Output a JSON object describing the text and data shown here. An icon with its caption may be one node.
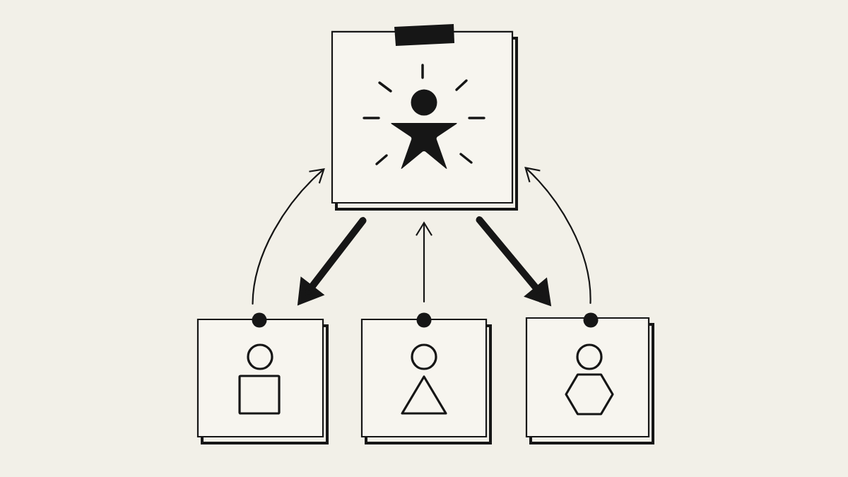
{
  "diagram": {
    "nodes": [
      {
        "text": [],
        "shape": "box"
      },
      {
        "text": [],
        "shape": "box"
      },
      {
        "text": [],
        "shape": "box"
      },
      {
        "text": [],
        "shape": "box"
      }
    ],
    "edges": [
      {
        "from": 0,
        "to": 1,
        "arrow": "to",
        "style": "thick"
      },
      {
        "from": 0,
        "to": 3,
        "arrow": "to",
        "style": "thick"
      },
      {
        "from": 2,
        "to": 0,
        "arrow": "to"
      },
      {
        "from": 1,
        "to": 0,
        "arrow": "to"
      },
      {
        "from": 3,
        "to": 0,
        "arrow": "to"
      }
    ]
  }
}
